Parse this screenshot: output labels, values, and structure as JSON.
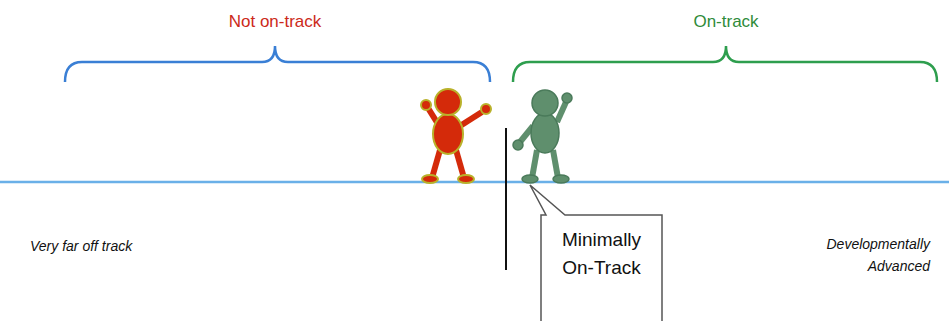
{
  "diagram": {
    "nodes": [
      {
        "text": [
          "Minimally On-Track"
        ]
      }
    ],
    "labels": [
      "Not on-track",
      "On-track",
      "Very far off track",
      "Developmentally Advanced"
    ]
  }
}
